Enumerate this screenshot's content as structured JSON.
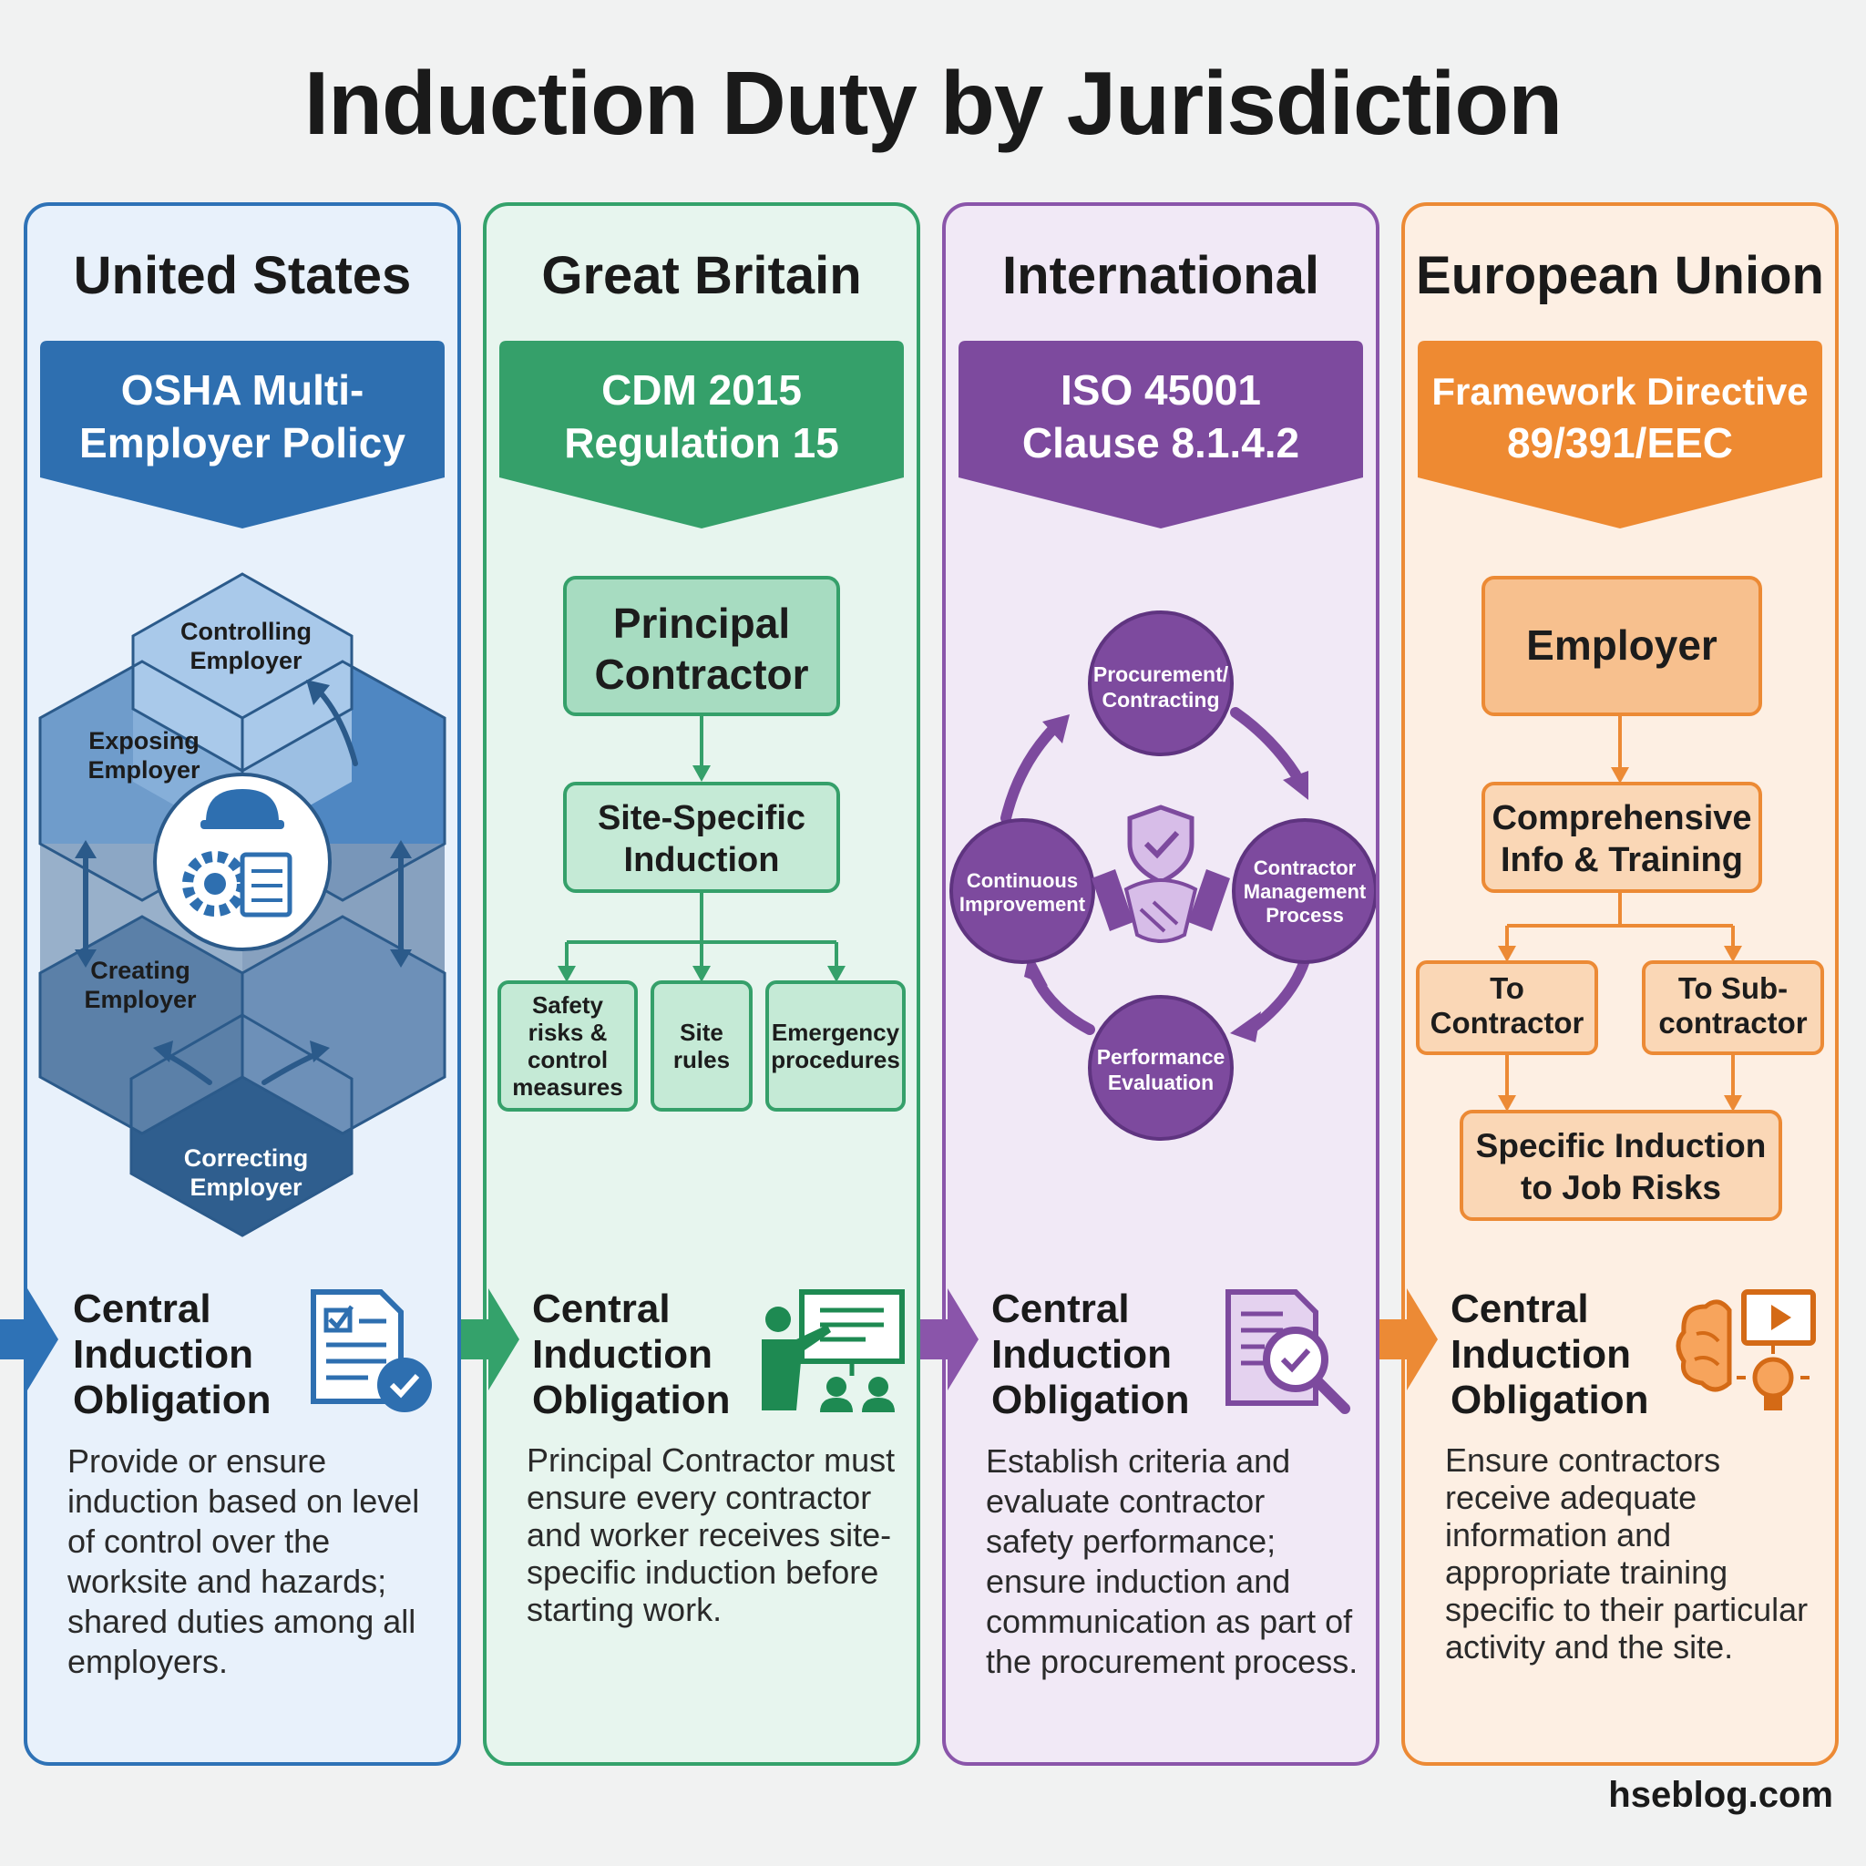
{
  "title": "Induction Duty by Jurisdiction",
  "footer": "hseblog.com",
  "colors": {
    "us": "#2e72b6",
    "gb": "#34a26b",
    "int": "#8a55aa",
    "eu": "#ec8a35"
  },
  "columns": {
    "us": {
      "title": "United States",
      "banner": [
        "OSHA Multi-",
        "Employer Policy"
      ],
      "employers": {
        "controlling": [
          "Controlling",
          "Employer"
        ],
        "exposing": [
          "Exposing",
          "Employer"
        ],
        "creating": [
          "Creating",
          "Employer"
        ],
        "correcting": [
          "Correcting",
          "Employer"
        ]
      },
      "central_title": "Central Induction Obligation",
      "central_text": "Provide or ensure induction based on level of control over the worksite and hazards; shared duties among all employers."
    },
    "gb": {
      "title": "Great Britain",
      "banner": [
        "CDM 2015",
        "Regulation 15"
      ],
      "principal": [
        "Principal",
        "Contractor"
      ],
      "induction": [
        "Site-Specific",
        "Induction"
      ],
      "items": [
        [
          "Safety",
          "risks &",
          "control",
          "measures"
        ],
        [
          "Site",
          "rules"
        ],
        [
          "Emergency",
          "procedures"
        ]
      ],
      "central_title": "Central Induction Obligation",
      "central_text": "Principal Contractor must ensure every contractor and worker receives site-specific induction before starting work."
    },
    "int": {
      "title": "International",
      "banner": [
        "ISO 45001",
        "Clause 8.1.4.2"
      ],
      "cycle": {
        "top": [
          "Procurement/",
          "Contracting"
        ],
        "right": [
          "Contractor",
          "Management",
          "Process"
        ],
        "bottom": [
          "Performance",
          "Evaluation"
        ],
        "left": [
          "Continuous",
          "Improvement"
        ]
      },
      "central_title": "Central Induction Obligation",
      "central_text": "Establish criteria and evaluate contractor safety performance; ensure induction and communication as part of the procurement process."
    },
    "eu": {
      "title": "European Union",
      "banner": [
        "Framework Directive",
        "89/391/EEC"
      ],
      "employer": "Employer",
      "training": [
        "Comprehensive",
        "Info & Training"
      ],
      "to_contractor": [
        "To",
        "Contractor"
      ],
      "to_subcontractor": [
        "To Sub-",
        "contractor"
      ],
      "specific": [
        "Specific Induction",
        "to Job Risks"
      ],
      "central_title": "Central Induction Obligation",
      "central_text": "Ensure contractors receive adequate information and appropriate training specific to their particular activity and the site."
    }
  }
}
